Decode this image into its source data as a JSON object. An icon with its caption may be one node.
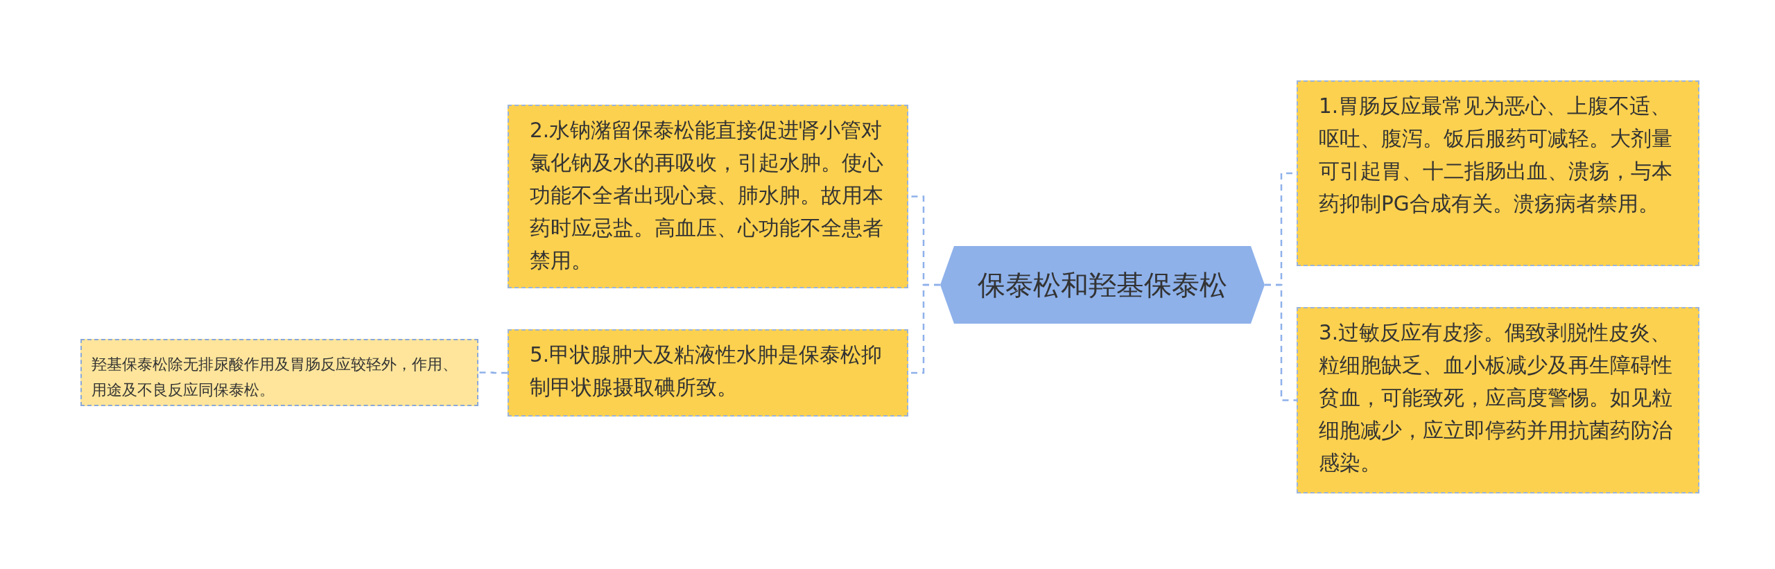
{
  "diagram": {
    "nodes": [
      {
        "text": [
          "保泰松和羟基保泰松"
        ]
      },
      {
        "text": [
          "1.胃肠反应最常见为恶心、上腹不适、呕吐、腹泻。饭后服药可减轻。大剂量可引起胃、十二指肠出血、溃疡，与本药抑制PG合成有关。溃疡病者禁用。"
        ]
      },
      {
        "text": [
          "3.过敏反应有皮疹。偶致剥脱性皮炎、粒细胞缺乏、血小板减少及再生障碍性贫血，可能致死，应高度警惕。如见粒细胞减少，应立即停药并用抗菌药防治感染。"
        ]
      },
      {
        "text": [
          "2.水钠潴留保泰松能直接促进肾小管对氯化钠及水的再吸收，引起水肿。使心功能不全者出现心衰、肺水肿。故用本药时应忌盐。高血压、心功能不全患者禁用。"
        ]
      },
      {
        "text": [
          "5.甲状腺肿大及粘液性水肿是保泰松抑制甲状腺摄取碘所致。"
        ]
      },
      {
        "text": [
          "羟基保泰松除无排尿酸作用及胃肠反应较轻外，作用、用途及不良反应同保泰松。"
        ]
      }
    ],
    "edges": [
      {
        "from": 0,
        "to": 1,
        "arrow": "none"
      },
      {
        "from": 0,
        "to": 2,
        "arrow": "none"
      },
      {
        "from": 0,
        "to": 3,
        "arrow": "none"
      },
      {
        "from": 0,
        "to": 4,
        "arrow": "none"
      },
      {
        "from": 4,
        "to": 5,
        "arrow": "none"
      }
    ]
  }
}
